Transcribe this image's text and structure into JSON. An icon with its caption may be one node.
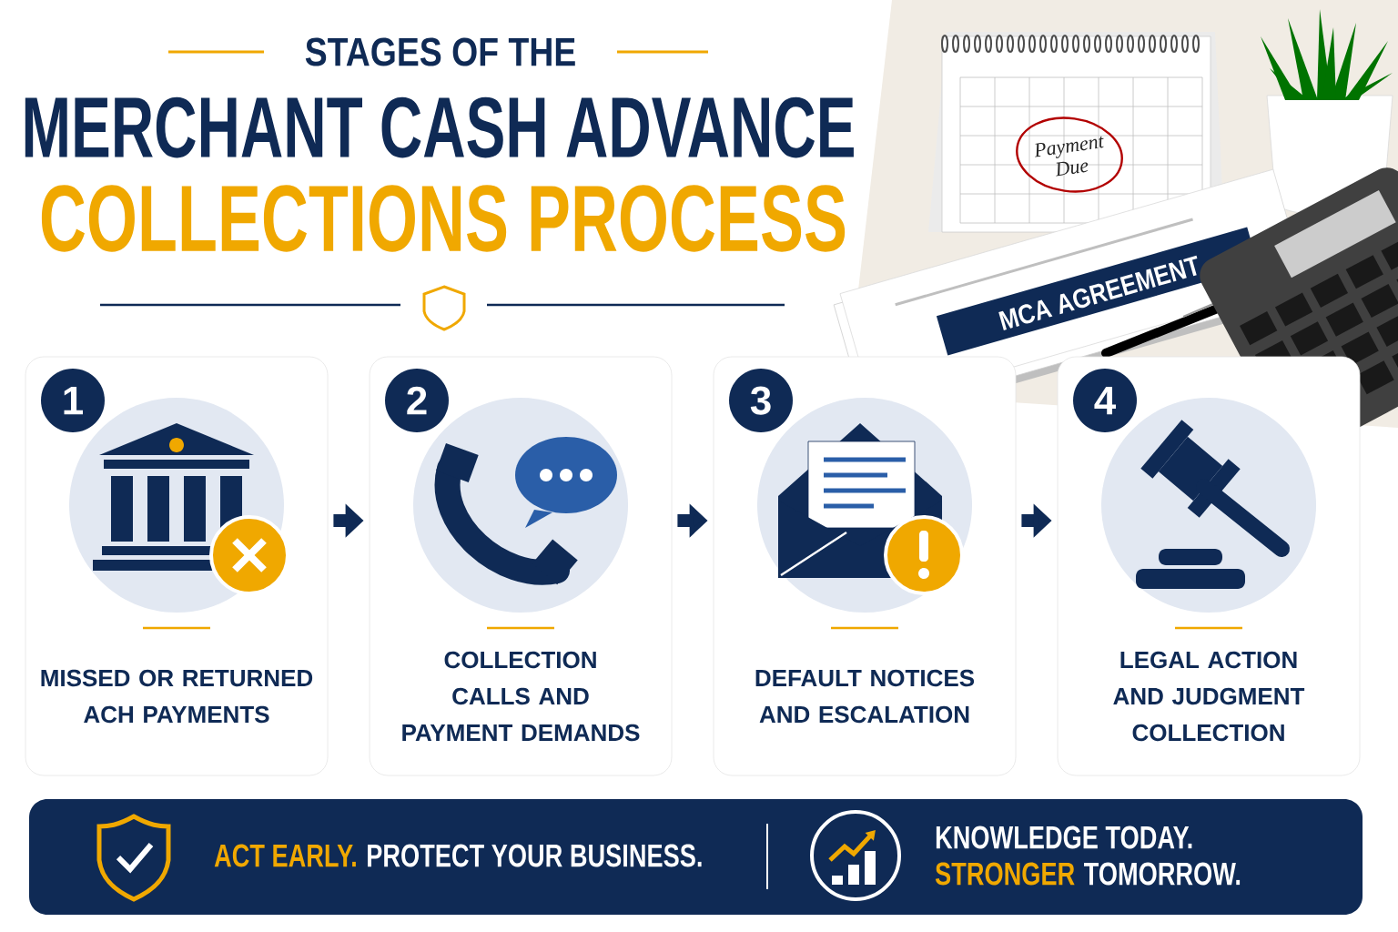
{
  "diagram": {
    "title": "STAGES OF THE",
    "nodes": [
      {
        "text": [
          "1",
          "MISSED OR RETURNED ACH PAYMENTS"
        ]
      },
      {
        "text": [
          "2",
          "COLLECTION CALLS AND PAYMENT DEMANDS"
        ]
      },
      {
        "text": [
          "3",
          "DEFAULT NOTICES AND ESCALATION"
        ]
      },
      {
        "text": [
          "4",
          "LEGAL ACTION AND JUDGMENT COLLECTION"
        ]
      }
    ],
    "edges": [
      {
        "from": 0,
        "to": 1,
        "arrow": "to"
      },
      {
        "from": 1,
        "to": 2,
        "arrow": "to"
      },
      {
        "from": 2,
        "to": 3,
        "arrow": "to"
      }
    ],
    "labels": [
      "MERCHANT CASH ADVANCE",
      "COLLECTIONS PROCESS",
      "Payment Due",
      "MCA AGREEMENT",
      "ACT EARLY.",
      "PROTECT YOUR BUSINESS.",
      "KNOWLEDGE TODAY.",
      "STRONGER",
      "TOMORROW."
    ]
  }
}
